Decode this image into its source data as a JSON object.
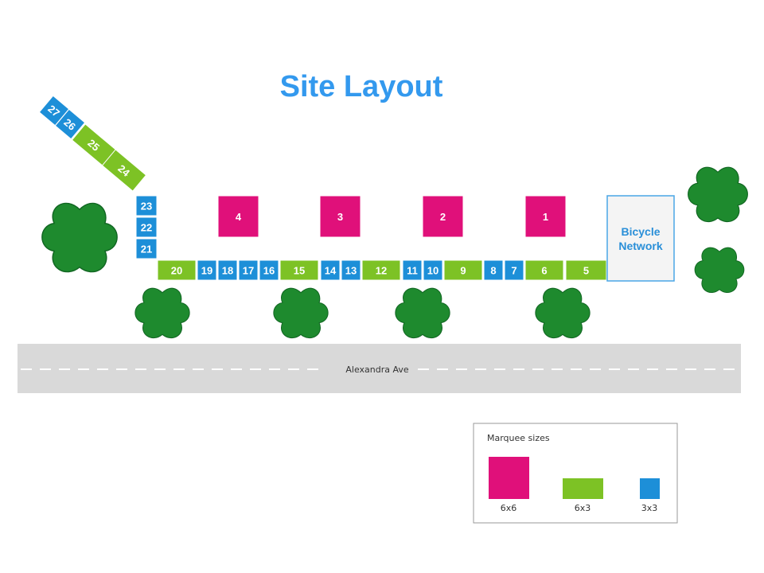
{
  "title": "Site Layout",
  "colors": {
    "title": "#3399ee",
    "size_6x6": "#e0107a",
    "size_6x3": "#7dc225",
    "size_3x3": "#1d8fd8",
    "tree": "#1e8a2e",
    "road": "#d9d9d9",
    "bicycle_text": "#2a8fd8",
    "bicycle_border": "#4aa6e6"
  },
  "stalls": [
    {
      "label": "4",
      "size": "6x6"
    },
    {
      "label": "3",
      "size": "6x6"
    },
    {
      "label": "2",
      "size": "6x6"
    },
    {
      "label": "1",
      "size": "6x6"
    },
    {
      "label": "20",
      "size": "6x3"
    },
    {
      "label": "19",
      "size": "3x3"
    },
    {
      "label": "18",
      "size": "3x3"
    },
    {
      "label": "17",
      "size": "3x3"
    },
    {
      "label": "16",
      "size": "3x3"
    },
    {
      "label": "15",
      "size": "6x3"
    },
    {
      "label": "14",
      "size": "3x3"
    },
    {
      "label": "13",
      "size": "3x3"
    },
    {
      "label": "12",
      "size": "6x3"
    },
    {
      "label": "11",
      "size": "3x3"
    },
    {
      "label": "10",
      "size": "3x3"
    },
    {
      "label": "9",
      "size": "6x3"
    },
    {
      "label": "8",
      "size": "3x3"
    },
    {
      "label": "7",
      "size": "3x3"
    },
    {
      "label": "6",
      "size": "6x3"
    },
    {
      "label": "5",
      "size": "6x3"
    },
    {
      "label": "23",
      "size": "3x3"
    },
    {
      "label": "22",
      "size": "3x3"
    },
    {
      "label": "21",
      "size": "3x3"
    },
    {
      "label": "27",
      "size": "3x3"
    },
    {
      "label": "26",
      "size": "3x3"
    },
    {
      "label": "25",
      "size": "6x3"
    },
    {
      "label": "24",
      "size": "6x3"
    }
  ],
  "bicycle_network": {
    "line1": "Bicycle",
    "line2": "Network"
  },
  "road": {
    "name": "Alexandra Ave"
  },
  "legend": {
    "title": "Marquee sizes",
    "items": [
      {
        "size": "6x6",
        "label": "6x6"
      },
      {
        "size": "6x3",
        "label": "6x3"
      },
      {
        "size": "3x3",
        "label": "3x3"
      }
    ]
  }
}
